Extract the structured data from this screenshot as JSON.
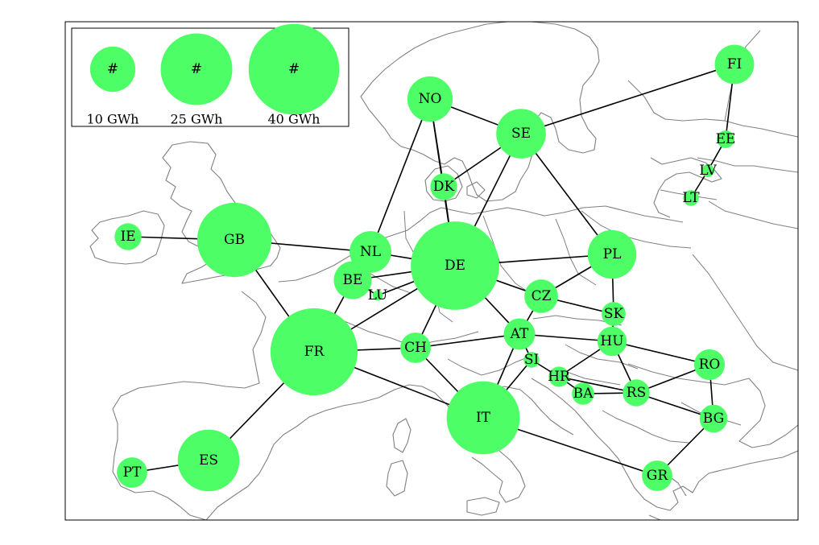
{
  "colors": {
    "node_fill": "#4dfe66",
    "edge": "#000000",
    "map_lines": "#808080"
  },
  "legend": {
    "symbol": "#",
    "items": [
      {
        "label": "10 GWh",
        "gwh": 10
      },
      {
        "label": "25 GWh",
        "gwh": 25
      },
      {
        "label": "40 GWh",
        "gwh": 40
      }
    ]
  },
  "diagram": {
    "nodes": [
      {
        "id": "FI",
        "label": "FI",
        "gwh": 7.5
      },
      {
        "id": "NO",
        "label": "NO",
        "gwh": 10
      },
      {
        "id": "SE",
        "label": "SE",
        "gwh": 12
      },
      {
        "id": "EE",
        "label": "EE",
        "gwh": 1.5
      },
      {
        "id": "LV",
        "label": "LV",
        "gwh": 0.8
      },
      {
        "id": "LT",
        "label": "LT",
        "gwh": 1.2
      },
      {
        "id": "DK",
        "label": "DK",
        "gwh": 3.5
      },
      {
        "id": "IE",
        "label": "IE",
        "gwh": 3.5
      },
      {
        "id": "GB",
        "label": "GB",
        "gwh": 27
      },
      {
        "id": "NL",
        "label": "NL",
        "gwh": 8.5
      },
      {
        "id": "DE",
        "label": "DE",
        "gwh": 38
      },
      {
        "id": "PL",
        "label": "PL",
        "gwh": 11.5
      },
      {
        "id": "BE",
        "label": "BE",
        "gwh": 7
      },
      {
        "id": "LU",
        "label": "LU",
        "gwh": 0.5
      },
      {
        "id": "CZ",
        "label": "CZ",
        "gwh": 5.5
      },
      {
        "id": "SK",
        "label": "SK",
        "gwh": 2.8
      },
      {
        "id": "FR",
        "label": "FR",
        "gwh": 37
      },
      {
        "id": "CH",
        "label": "CH",
        "gwh": 4.5
      },
      {
        "id": "AT",
        "label": "AT",
        "gwh": 4.8
      },
      {
        "id": "HU",
        "label": "HU",
        "gwh": 4.2
      },
      {
        "id": "SI",
        "label": "SI",
        "gwh": 1.2
      },
      {
        "id": "RO",
        "label": "RO",
        "gwh": 4.6
      },
      {
        "id": "HR",
        "label": "HR",
        "gwh": 2
      },
      {
        "id": "BA",
        "label": "BA",
        "gwh": 2.4
      },
      {
        "id": "RS",
        "label": "RS",
        "gwh": 3.5
      },
      {
        "id": "IT",
        "label": "IT",
        "gwh": 26
      },
      {
        "id": "BG",
        "label": "BG",
        "gwh": 3.8
      },
      {
        "id": "ES",
        "label": "ES",
        "gwh": 18.5
      },
      {
        "id": "PT",
        "label": "PT",
        "gwh": 4.5
      },
      {
        "id": "GR",
        "label": "GR",
        "gwh": 4.5
      }
    ],
    "edges": [
      [
        "NO",
        "SE"
      ],
      [
        "NO",
        "DK"
      ],
      [
        "NO",
        "NL"
      ],
      [
        "NO",
        "DE"
      ],
      [
        "SE",
        "FI"
      ],
      [
        "SE",
        "DK"
      ],
      [
        "SE",
        "DE"
      ],
      [
        "SE",
        "PL"
      ],
      [
        "FI",
        "EE"
      ],
      [
        "EE",
        "LV"
      ],
      [
        "LV",
        "LT"
      ],
      [
        "DK",
        "DE"
      ],
      [
        "IE",
        "GB"
      ],
      [
        "GB",
        "NL"
      ],
      [
        "GB",
        "FR"
      ],
      [
        "NL",
        "DE"
      ],
      [
        "NL",
        "BE"
      ],
      [
        "BE",
        "FR"
      ],
      [
        "BE",
        "LU"
      ],
      [
        "BE",
        "DE"
      ],
      [
        "LU",
        "DE"
      ],
      [
        "DE",
        "PL"
      ],
      [
        "DE",
        "CZ"
      ],
      [
        "DE",
        "AT"
      ],
      [
        "DE",
        "CH"
      ],
      [
        "DE",
        "FR"
      ],
      [
        "PL",
        "CZ"
      ],
      [
        "PL",
        "SK"
      ],
      [
        "CZ",
        "SK"
      ],
      [
        "CZ",
        "AT"
      ],
      [
        "SK",
        "HU"
      ],
      [
        "FR",
        "CH"
      ],
      [
        "FR",
        "IT"
      ],
      [
        "FR",
        "ES"
      ],
      [
        "ES",
        "PT"
      ],
      [
        "CH",
        "IT"
      ],
      [
        "CH",
        "AT"
      ],
      [
        "AT",
        "HU"
      ],
      [
        "AT",
        "SI"
      ],
      [
        "AT",
        "IT"
      ],
      [
        "SI",
        "IT"
      ],
      [
        "SI",
        "HR"
      ],
      [
        "HU",
        "HR"
      ],
      [
        "HU",
        "RS"
      ],
      [
        "HU",
        "RO"
      ],
      [
        "HR",
        "BA"
      ],
      [
        "HR",
        "RS"
      ],
      [
        "BA",
        "RS"
      ],
      [
        "RS",
        "RO"
      ],
      [
        "RS",
        "BG"
      ],
      [
        "RO",
        "BG"
      ],
      [
        "BG",
        "GR"
      ],
      [
        "IT",
        "GR"
      ]
    ]
  }
}
